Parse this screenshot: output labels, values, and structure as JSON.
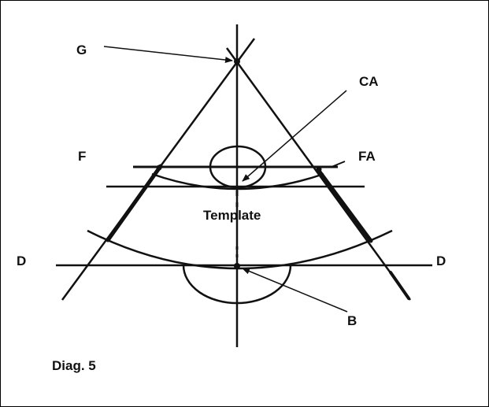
{
  "diagram": {
    "title": "",
    "caption": "Diag. 5",
    "labels": {
      "g": "G",
      "ca": "CA",
      "f": "F",
      "fa": "FA",
      "template": "Template",
      "d_left": "D",
      "d_right": "D",
      "b": "B"
    },
    "colors": {
      "ink": "#111111",
      "background": "#ffffff"
    }
  }
}
